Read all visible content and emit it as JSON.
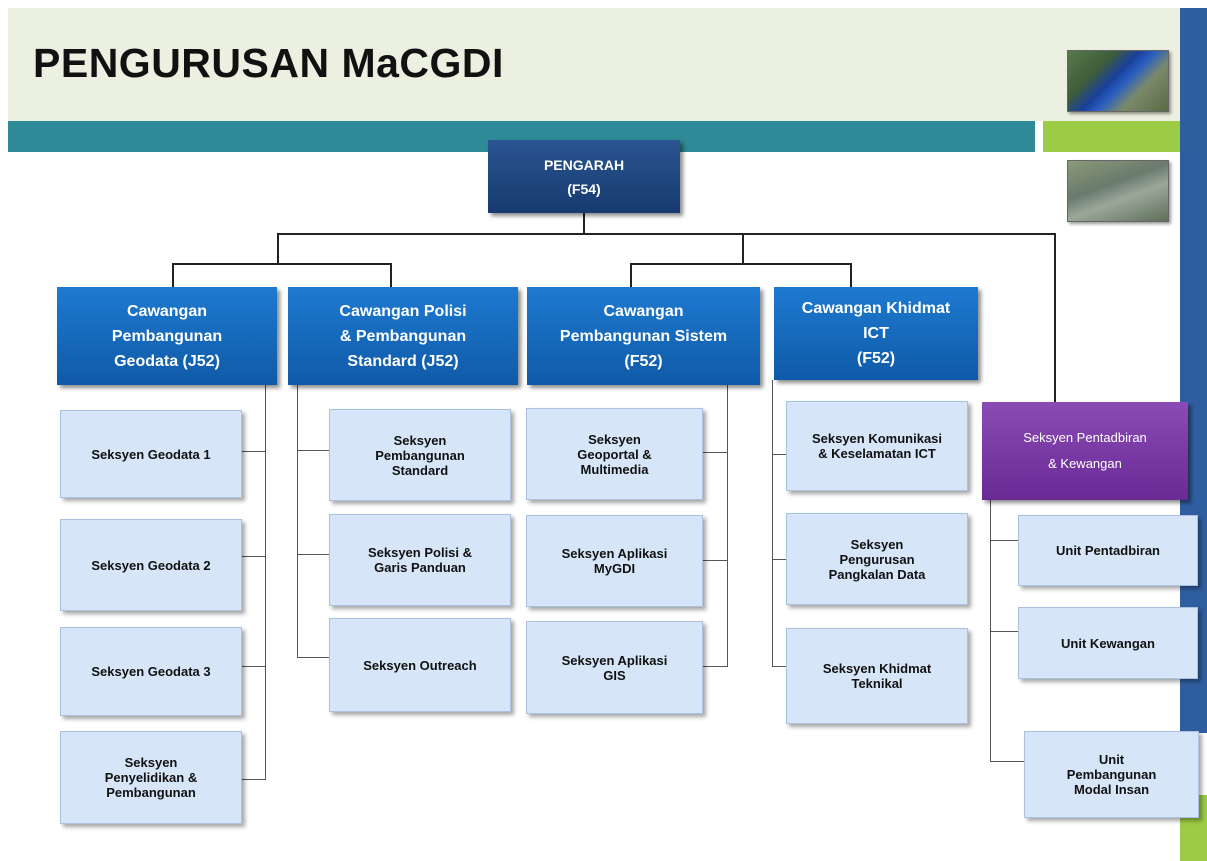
{
  "title": "PENGURUSAN MaCGDI",
  "colors": {
    "header_bg": "#ecf0e0",
    "teal_band": "#2e8a96",
    "accent_green": "#9ccc45",
    "right_bar": "#2f5ea0",
    "branch_blue": "#1466b8",
    "top_navy": "#1f4680",
    "purple": "#7a3aa5",
    "sub_box": "#d6e6f8"
  },
  "top": {
    "line1": "PENGARAH",
    "line2": "(F54)"
  },
  "branches": [
    {
      "lines": [
        "Cawangan",
        "Pembangunan",
        "Geodata (J52)"
      ],
      "units": [
        {
          "lines": [
            "Seksyen Geodata 1"
          ]
        },
        {
          "lines": [
            "Seksyen Geodata 2"
          ]
        },
        {
          "lines": [
            "Seksyen Geodata 3"
          ]
        },
        {
          "lines": [
            "Seksyen",
            "Penyelidikan &",
            "Pembangunan"
          ]
        }
      ]
    },
    {
      "lines": [
        "Cawangan Polisi",
        "& Pembangunan",
        "Standard (J52)"
      ],
      "units": [
        {
          "lines": [
            "Seksyen",
            "Pembangunan",
            "Standard"
          ]
        },
        {
          "lines": [
            "Seksyen Polisi &",
            "Garis Panduan"
          ]
        },
        {
          "lines": [
            "Seksyen Outreach"
          ]
        }
      ]
    },
    {
      "lines": [
        "Cawangan",
        "Pembangunan Sistem",
        "(F52)"
      ],
      "units": [
        {
          "lines": [
            "Seksyen",
            "Geoportal &",
            "Multimedia"
          ]
        },
        {
          "lines": [
            "Seksyen Aplikasi",
            "MyGDI"
          ]
        },
        {
          "lines": [
            "Seksyen Aplikasi",
            "GIS"
          ]
        }
      ]
    },
    {
      "lines": [
        "Cawangan Khidmat",
        "ICT",
        "(F52)"
      ],
      "units": [
        {
          "lines": [
            "Seksyen Komunikasi",
            "& Keselamatan ICT"
          ]
        },
        {
          "lines": [
            "Seksyen",
            "Pengurusan",
            "Pangkalan Data"
          ]
        },
        {
          "lines": [
            "Seksyen Khidmat",
            "Teknikal"
          ]
        }
      ]
    }
  ],
  "admin": {
    "lines": [
      "Seksyen Pentadbiran",
      "& Kewangan"
    ],
    "units": [
      {
        "lines": [
          "Unit Pentadbiran"
        ]
      },
      {
        "lines": [
          "Unit Kewangan"
        ]
      },
      {
        "lines": [
          "Unit",
          "Pembangunan",
          "Modal Insan"
        ]
      }
    ]
  }
}
